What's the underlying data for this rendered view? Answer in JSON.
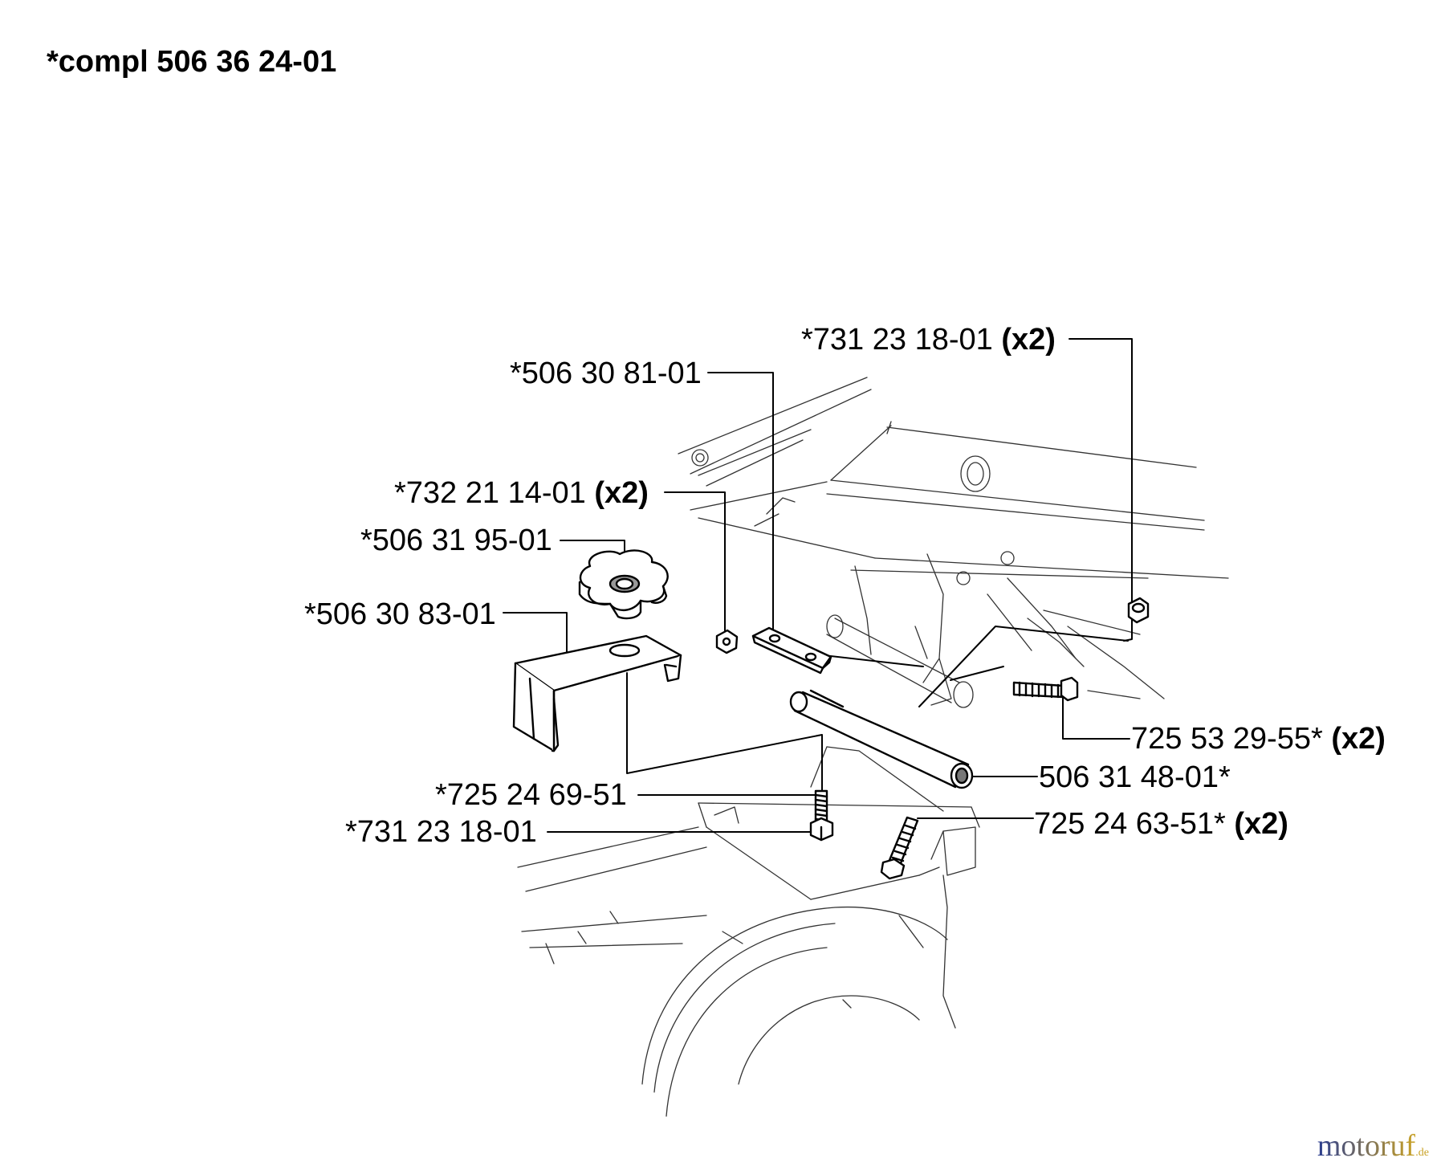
{
  "title": "*compl 506 36 24-01",
  "parts": [
    {
      "id": "p1",
      "number": "*731 23 18-01",
      "qty": "(x2)"
    },
    {
      "id": "p2",
      "number": "*506 30 81-01",
      "qty": ""
    },
    {
      "id": "p3",
      "number": "*732 21 14-01",
      "qty": "(x2)"
    },
    {
      "id": "p4",
      "number": "*506 31 95-01",
      "qty": ""
    },
    {
      "id": "p5",
      "number": "*506 30 83-01",
      "qty": ""
    },
    {
      "id": "p6",
      "number": "725 53 29-55*",
      "qty": "(x2)"
    },
    {
      "id": "p7",
      "number": "506 31 48-01*",
      "qty": ""
    },
    {
      "id": "p8",
      "number": "*725 24 69-51",
      "qty": ""
    },
    {
      "id": "p9",
      "number": "725 24 63-51*",
      "qty": "(x2)"
    },
    {
      "id": "p10",
      "number": "*731 23 18-01",
      "qty": ""
    }
  ],
  "watermark": {
    "main": "motoruf",
    "tld": ".de",
    "color_start": "#2c3e8f",
    "color_end": "#c9a227"
  }
}
